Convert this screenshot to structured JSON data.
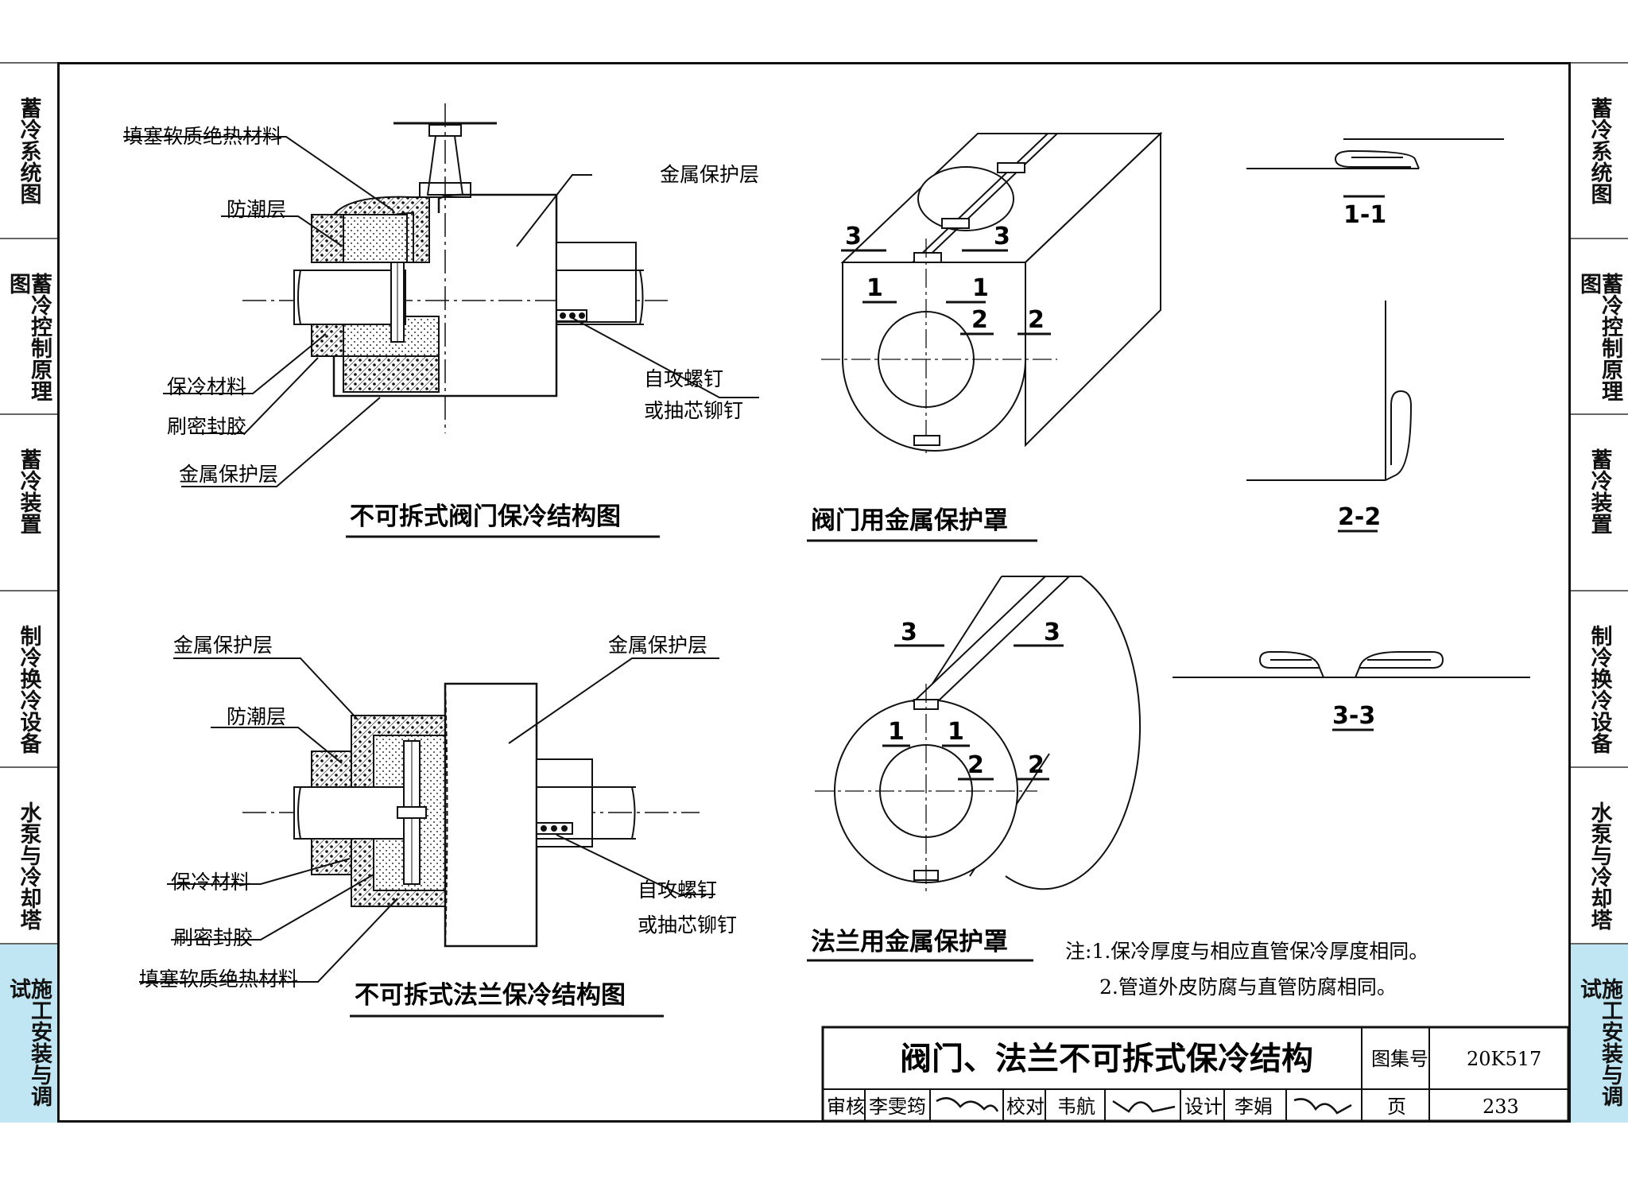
{
  "side_tabs": [
    {
      "label": "蓄冷系统图",
      "active": false
    },
    {
      "label": "蓄冷控制原理图",
      "active": false
    },
    {
      "label": "蓄冷装置",
      "active": false
    },
    {
      "label": "制冷换冷设备",
      "active": false
    },
    {
      "label": "水泵与冷却塔",
      "active": false
    },
    {
      "label": "施工安装与调试",
      "active": true
    }
  ],
  "valve_section": {
    "title": "不可拆式阀门保冷结构图",
    "labels": {
      "filler": "填塞软质绝热材料",
      "moisture": "防潮层",
      "metal_top": "金属保护层",
      "insulation": "保冷材料",
      "sealant": "刷密封胶",
      "metal_bottom": "金属保护层",
      "screw_1": "自攻螺钉",
      "screw_2": "或抽芯铆钉"
    }
  },
  "flange_section": {
    "title": "不可拆式法兰保冷结构图",
    "labels": {
      "metal_left": "金属保护层",
      "metal_right": "金属保护层",
      "moisture": "防潮层",
      "insulation": "保冷材料",
      "sealant": "刷密封胶",
      "filler": "填塞软质绝热材料",
      "screw_1": "自攻螺钉",
      "screw_2": "或抽芯铆钉"
    }
  },
  "valve_cover": {
    "title": "阀门用金属保护罩",
    "marks": {
      "m3a": "3",
      "m3b": "3",
      "m1a": "1",
      "m1b": "1",
      "m2a": "2",
      "m2b": "2"
    }
  },
  "flange_cover": {
    "title": "法兰用金属保护罩",
    "marks": {
      "m3a": "3",
      "m3b": "3",
      "m1a": "1",
      "m1b": "1",
      "m2a": "2",
      "m2b": "2"
    }
  },
  "sections": {
    "s11": "1-1",
    "s22": "2-2",
    "s33": "3-3"
  },
  "notes": {
    "n1": "注:1.保冷厚度与相应直管保冷厚度相同。",
    "n2": "2.管道外皮防腐与直管防腐相同。"
  },
  "title_block": {
    "drawing_title": "阀门、法兰不可拆式保冷结构",
    "atlas_label": "图集号",
    "atlas_no": "20K517",
    "review_label": "审核",
    "reviewer": "李雯筠",
    "check_label": "校对",
    "checker": "韦航",
    "design_label": "设计",
    "designer": "李娟",
    "page_label": "页",
    "page_no": "233"
  },
  "colors": {
    "tab_active": "#bfe6f2",
    "line": "#111111"
  }
}
